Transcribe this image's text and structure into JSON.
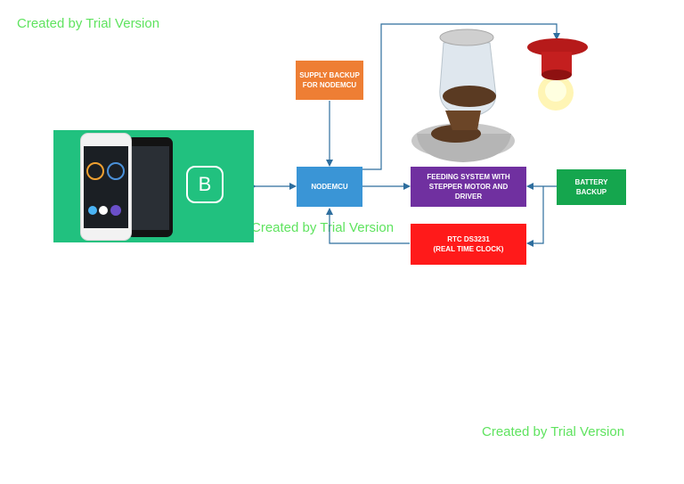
{
  "watermarks": {
    "top_left": "Created by Trial Version",
    "middle": "Created by Trial Version",
    "bottom_right": "Created by Trial Version"
  },
  "blocks": {
    "supply_backup": "SUPPLY BACKUP\nFOR NODEMCU",
    "nodemcu": "NODEMCU",
    "feeding_system": "FEEDING SYSTEM WITH\nSTEPPER MOTOR AND\nDRIVER",
    "battery_backup": "BATTERY\nBACKUP",
    "rtc": "RTC DS3231\n(REAL TIME CLOCK)"
  },
  "app_panel": {
    "logo_letter": "B"
  },
  "colors": {
    "watermark": "#5fe35f",
    "supply_backup": "#ee7e34",
    "nodemcu": "#3a95d6",
    "feeding_system": "#7030a0",
    "battery_backup": "#15a64e",
    "rtc": "#ff1a1a",
    "app_panel": "#21c17f",
    "arrows": "#2e6e9e"
  }
}
